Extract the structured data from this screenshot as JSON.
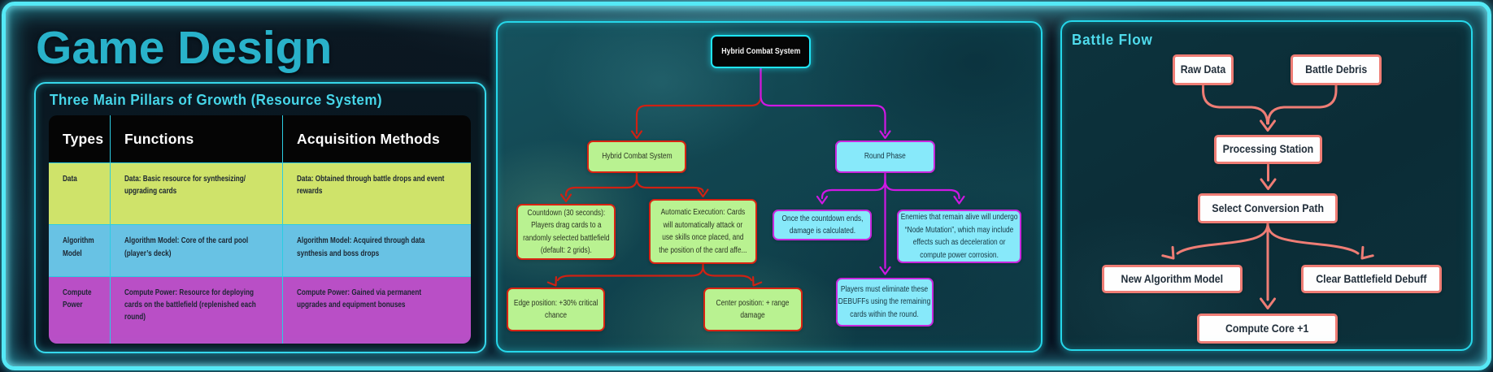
{
  "title": "Game Design",
  "colors": {
    "accent_cyan": "#25d7ea",
    "title_cyan": "#29b2ca",
    "row_data": "#cfe36a",
    "row_algorithm": "#68c2e4",
    "row_compute": "#b94fc6",
    "node_green": "#b9f291",
    "node_green_border": "#d92312",
    "node_cyan": "#87e9fa",
    "node_cyan_border": "#c827dd",
    "arrow_red": "#cf2113",
    "arrow_magenta": "#cf18e3",
    "arrow_salmon": "#ef7d75",
    "node_white": "#fefefe"
  },
  "pillars": {
    "heading": "Three Main Pillars of Growth (Resource System)",
    "table": {
      "headers": [
        "Types",
        "Functions",
        "Acquisition Methods"
      ],
      "rows": [
        {
          "type": "Data",
          "functions": "Data: Basic resource for synthesizing/\nupgrading cards",
          "acquisition": "Data: Obtained through battle drops and event\nrewards"
        },
        {
          "type": "Algorithm\nModel",
          "functions": "Algorithm Model: Core of the card pool\n(player’s deck)",
          "acquisition": "Algorithm Model: Acquired through data\nsynthesis and boss drops"
        },
        {
          "type": "Compute\nPower",
          "functions": "Compute Power: Resource for deploying\ncards on the battlefield (replenished each\nround)",
          "acquisition": "Compute Power: Gained via permanent\nupgrades and equipment bonuses"
        }
      ]
    }
  },
  "combat": {
    "root": "Hybrid Combat System",
    "hybrid": "Hybrid Combat System",
    "round": "Round Phase",
    "countdown": "Countdown (30 seconds):\nPlayers drag cards to a\nrandomly selected battlefield\n(default: 2 grids).",
    "automatic": "Automatic Execution: Cards\nwill automatically attack or\nuse skills once placed, and\nthe position of the card affe...",
    "edge": "Edge position: +30% critical\nchance",
    "center": "Center position: + range\ndamage",
    "once": "Once the countdown ends,\ndamage is calculated.",
    "enemies": "Enemies that remain alive will undergo\n“Node Mutation”, which may include\neffects such as deceleration or\ncompute power corrosion.",
    "players": "Players must eliminate these\nDEBUFFs using the remaining\ncards within the round."
  },
  "battle": {
    "heading": "Battle Flow",
    "raw": "Raw Data",
    "debris": "Battle Debris",
    "processing": "Processing Station",
    "select": "Select Conversion Path",
    "new_algorithm": "New Algorithm Model",
    "clear_debuff": "Clear Battlefield Debuff",
    "compute_core": "Compute Core +1"
  }
}
